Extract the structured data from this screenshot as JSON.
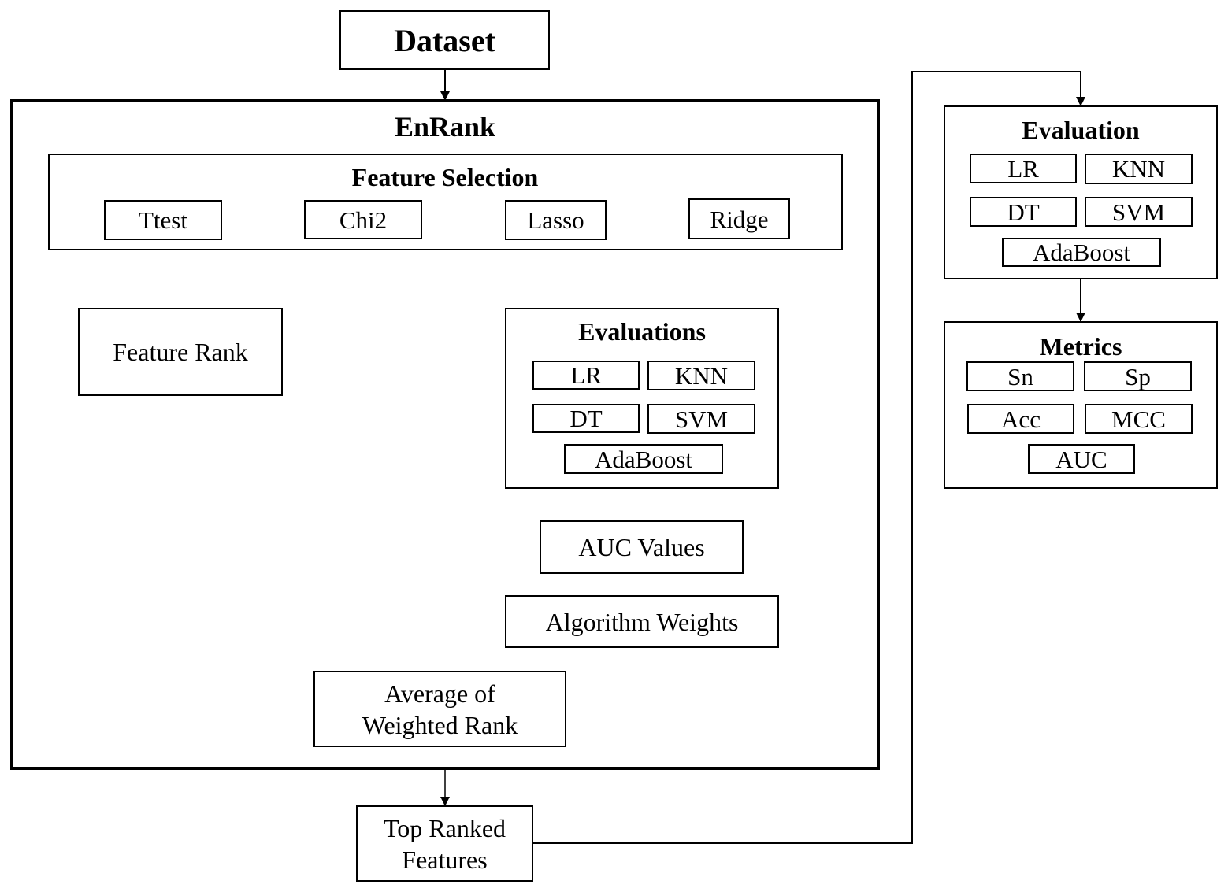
{
  "dataset": "Dataset",
  "enrank": {
    "title": "EnRank",
    "feature_selection": {
      "title": "Feature Selection",
      "methods": [
        "Ttest",
        "Chi2",
        "Lasso",
        "Ridge"
      ]
    },
    "feature_rank": "Feature Rank",
    "evaluations": {
      "title": "Evaluations",
      "models": [
        "LR",
        "KNN",
        "DT",
        "SVM",
        "AdaBoost"
      ]
    },
    "auc_values": "AUC Values",
    "algorithm_weights": "Algorithm Weights",
    "average_weighted_rank": [
      "Average of",
      "Weighted Rank"
    ]
  },
  "top_ranked_features": [
    "Top Ranked",
    "Features"
  ],
  "evaluation": {
    "title": "Evaluation",
    "models": [
      "LR",
      "KNN",
      "DT",
      "SVM",
      "AdaBoost"
    ]
  },
  "metrics": {
    "title": "Metrics",
    "items": [
      "Sn",
      "Sp",
      "Acc",
      "MCC",
      "AUC"
    ]
  }
}
